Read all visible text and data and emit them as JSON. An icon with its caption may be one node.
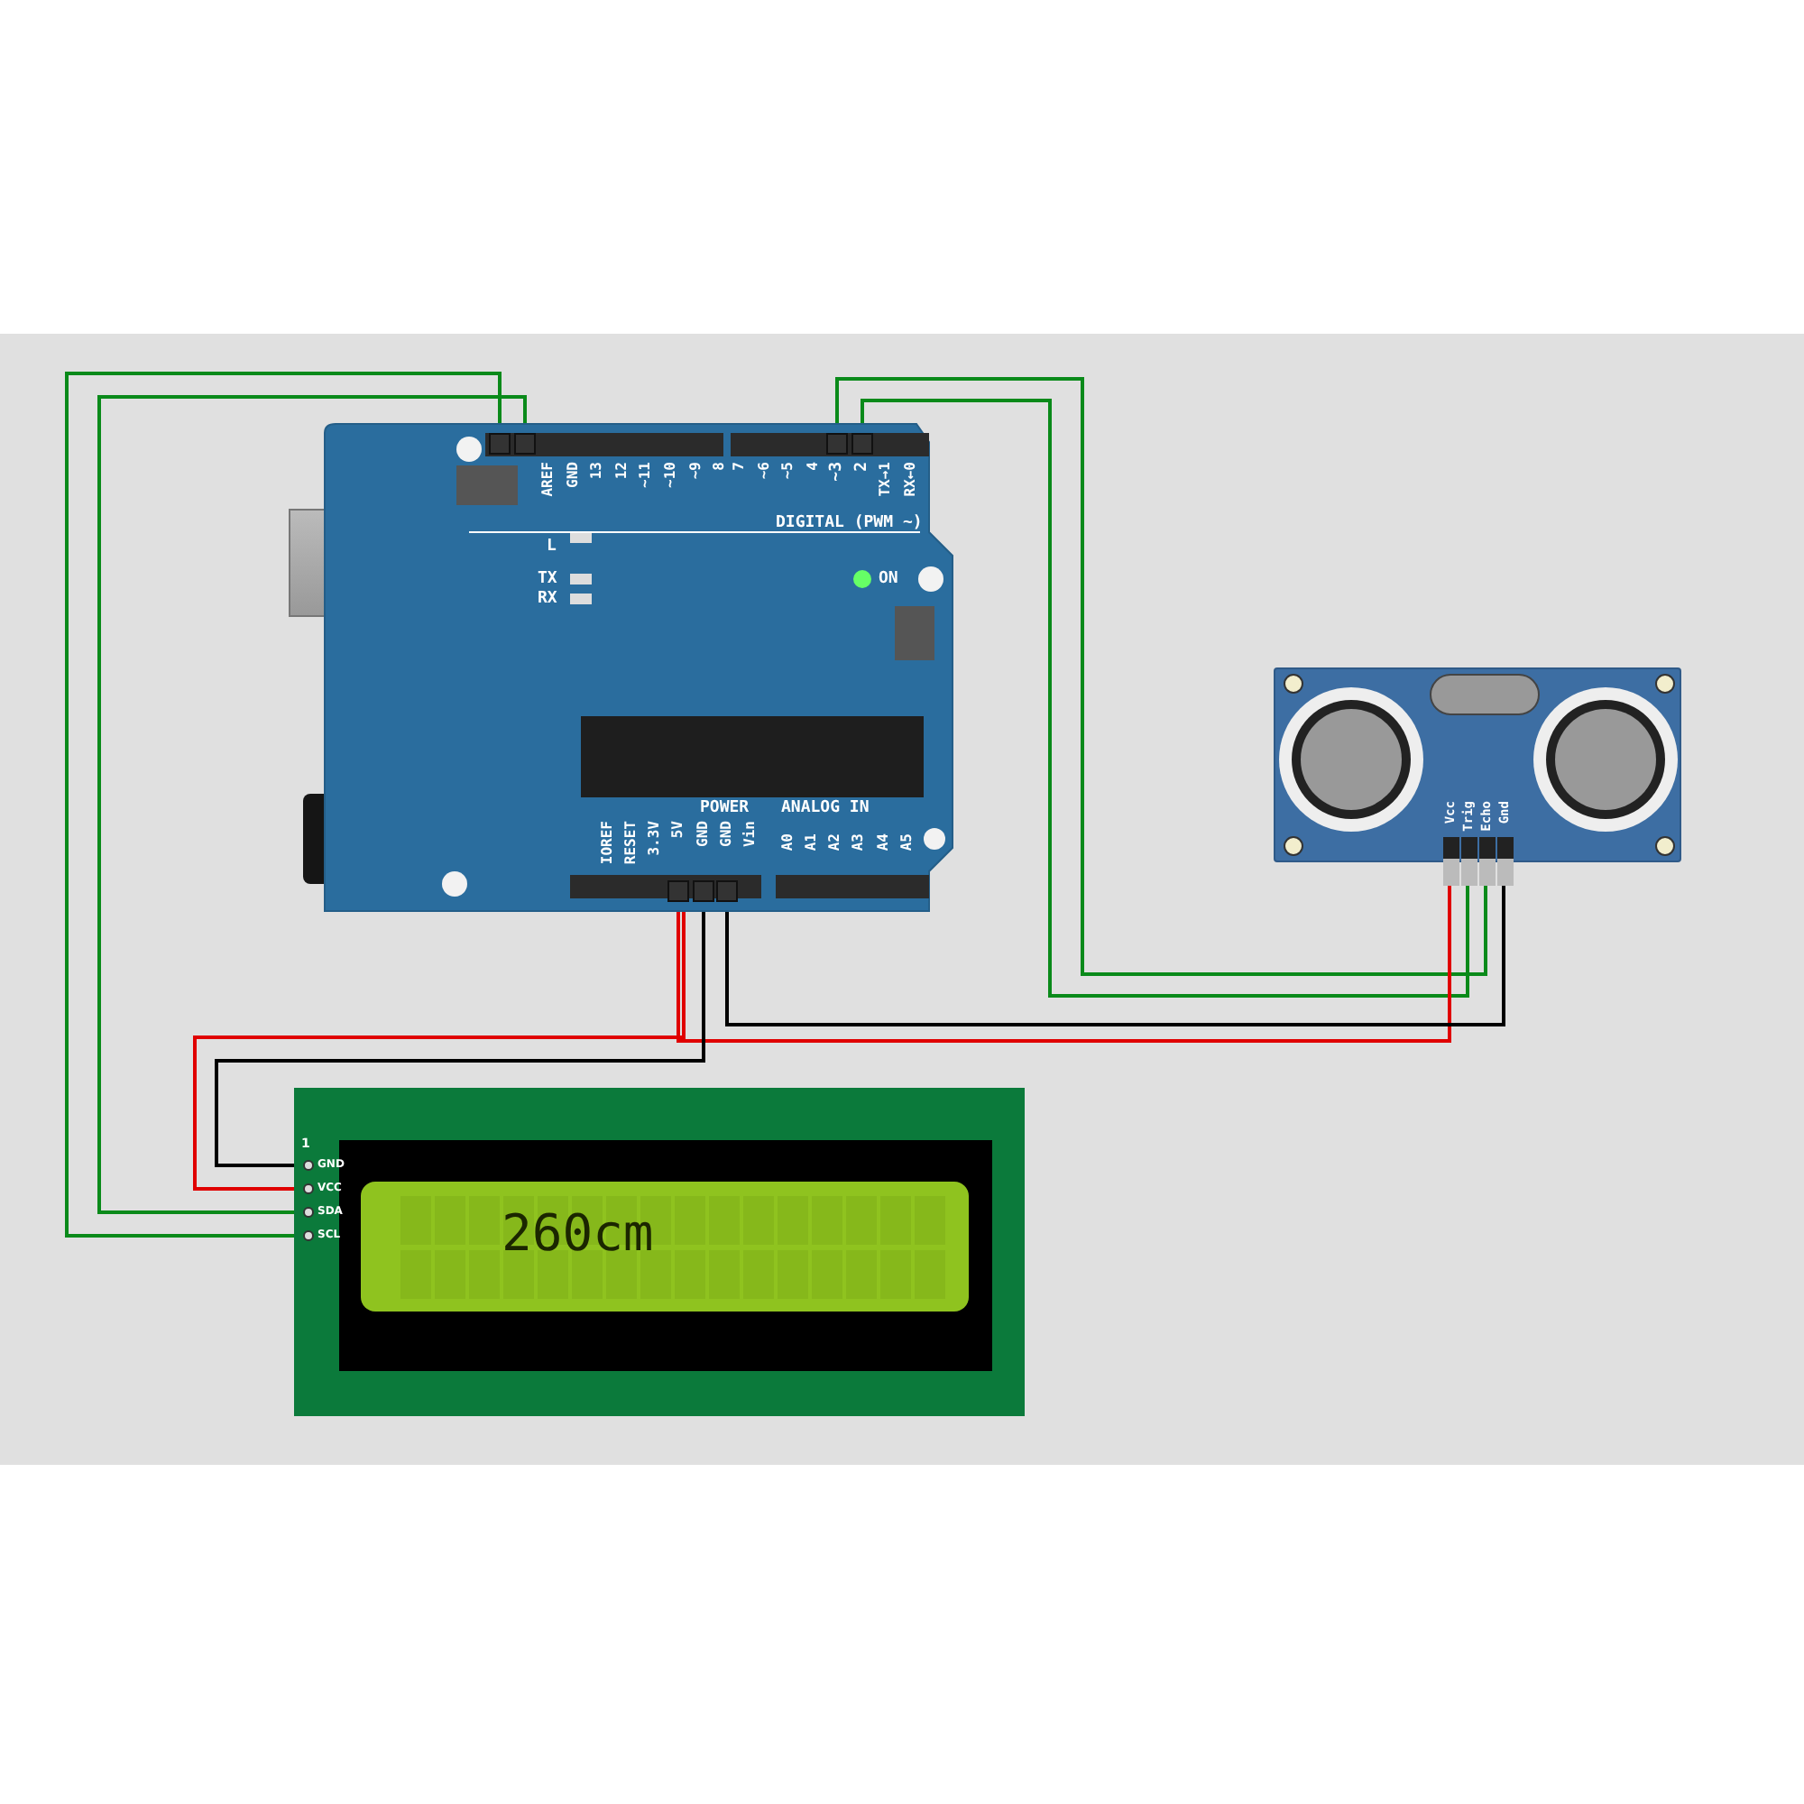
{
  "diagram": {
    "nodes": [
      {
        "text": [
          "DIGITAL (PWM ~)",
          "L",
          "TX",
          "RX",
          "ON",
          "POWER",
          "ANALOG IN"
        ]
      },
      {
        "text": [],
        "shape": "box",
        "in": 0
      },
      {
        "text": [],
        "shape": "box",
        "in": 0
      },
      {
        "text": [
          "~3"
        ],
        "in": 0
      },
      {
        "text": [
          "2"
        ],
        "in": 0
      },
      {
        "text": [
          "5V"
        ],
        "in": 0
      },
      {
        "text": [
          "GND"
        ],
        "in": 0
      },
      {
        "text": [
          "GND"
        ],
        "in": 0
      },
      {
        "text": [],
        "shape": "box"
      },
      {
        "text": [
          "Vcc"
        ],
        "in": 8
      },
      {
        "text": [
          "Trig"
        ],
        "in": 8
      },
      {
        "text": [
          "Echo"
        ],
        "in": 8
      },
      {
        "text": [
          "Gnd"
        ],
        "in": 8
      },
      {
        "text": [],
        "shape": "box"
      },
      {
        "text": [
          "260cm"
        ],
        "in": 13
      },
      {
        "text": [
          "GND"
        ],
        "in": 13
      },
      {
        "text": [
          "VCC"
        ],
        "in": 13
      },
      {
        "text": [
          "SDA"
        ],
        "in": 13
      },
      {
        "text": [
          "SCL"
        ],
        "in": 13
      }
    ],
    "edges": [
      {
        "from": 1,
        "to": 18,
        "arrow": "none"
      },
      {
        "from": 2,
        "to": 17,
        "arrow": "none"
      },
      {
        "from": 3,
        "to": 11,
        "arrow": "none"
      },
      {
        "from": 4,
        "to": 10,
        "arrow": "none"
      },
      {
        "from": 5,
        "to": 9,
        "arrow": "none",
        "color": "#e00000"
      },
      {
        "from": 5,
        "to": 16,
        "arrow": "none",
        "color": "#e00000"
      },
      {
        "from": 6,
        "to": 15,
        "arrow": "none",
        "color": "#000000"
      },
      {
        "from": 7,
        "to": 12,
        "arrow": "none",
        "color": "#000000"
      }
    ],
    "labels": [
      "AREF",
      "GND",
      "13",
      "12",
      "~11",
      "~10",
      "~9",
      "8",
      "7",
      "~6",
      "~5",
      "4",
      "TX→1",
      "RX←0",
      "IOREF",
      "RESET",
      "3.3V",
      "Vin",
      "A0",
      "A1",
      "A2",
      "A3",
      "A4",
      "A5",
      "1"
    ]
  }
}
